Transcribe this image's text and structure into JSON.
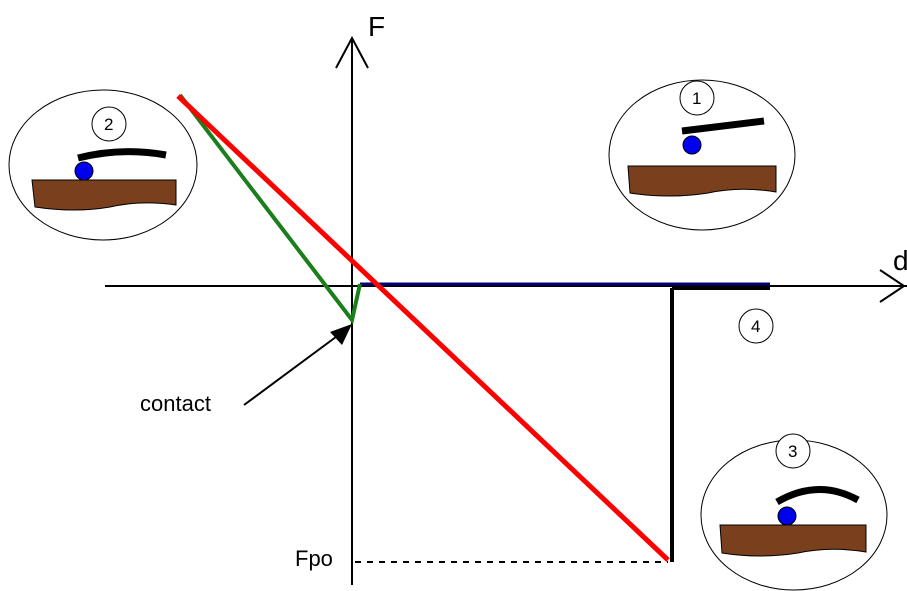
{
  "axes": {
    "y_label": "F",
    "x_label": "d"
  },
  "labels": {
    "contact": "contact",
    "pull_off": "Fpo"
  },
  "insets": [
    {
      "number": "1"
    },
    {
      "number": "2"
    },
    {
      "number": "3"
    },
    {
      "number": "4"
    }
  ],
  "colors": {
    "approach_curve": "#1a7f1a",
    "retract_curve": "#ff0000",
    "baseline": "#00007a",
    "snap_line": "#000000",
    "sphere": "#0000ee",
    "substrate": "#7a3f1c"
  }
}
